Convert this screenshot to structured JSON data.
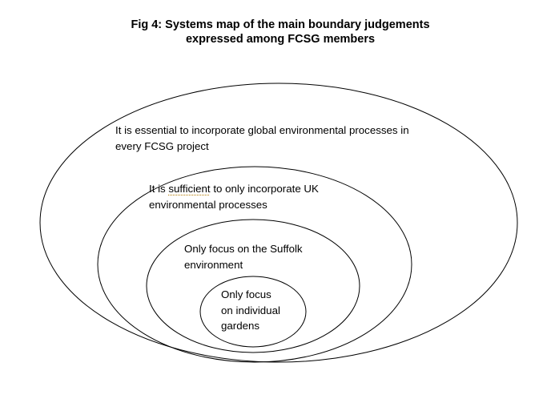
{
  "title": {
    "line1": "Fig 4: Systems map of the main boundary judgements",
    "line2": "expressed among FCSG members"
  },
  "circles": {
    "outer": {
      "line1": "It is essential to incorporate global environmental processes in",
      "line2": "every FCSG project"
    },
    "second": {
      "line1_prefix": "It is ",
      "line1_marked": "sufficient",
      "line1_suffix": " to only incorporate UK",
      "line2": "environmental processes"
    },
    "third": {
      "line1": "Only focus on the Suffolk",
      "line2": "environment"
    },
    "inner": {
      "line1": "Only focus",
      "line2": "on individual",
      "line3": "gardens"
    }
  }
}
